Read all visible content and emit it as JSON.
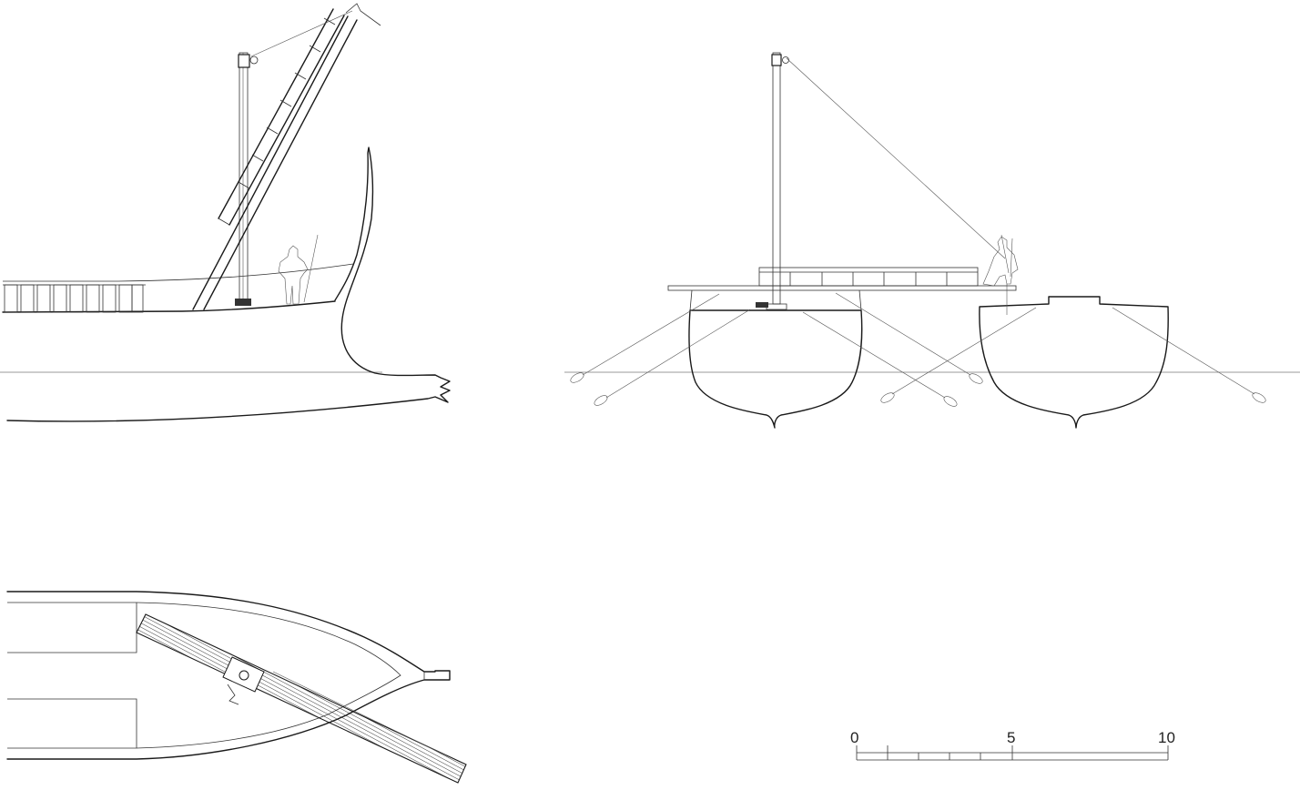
{
  "scale_bar": {
    "label_0": "0",
    "label_5": "5",
    "label_10": "10"
  }
}
